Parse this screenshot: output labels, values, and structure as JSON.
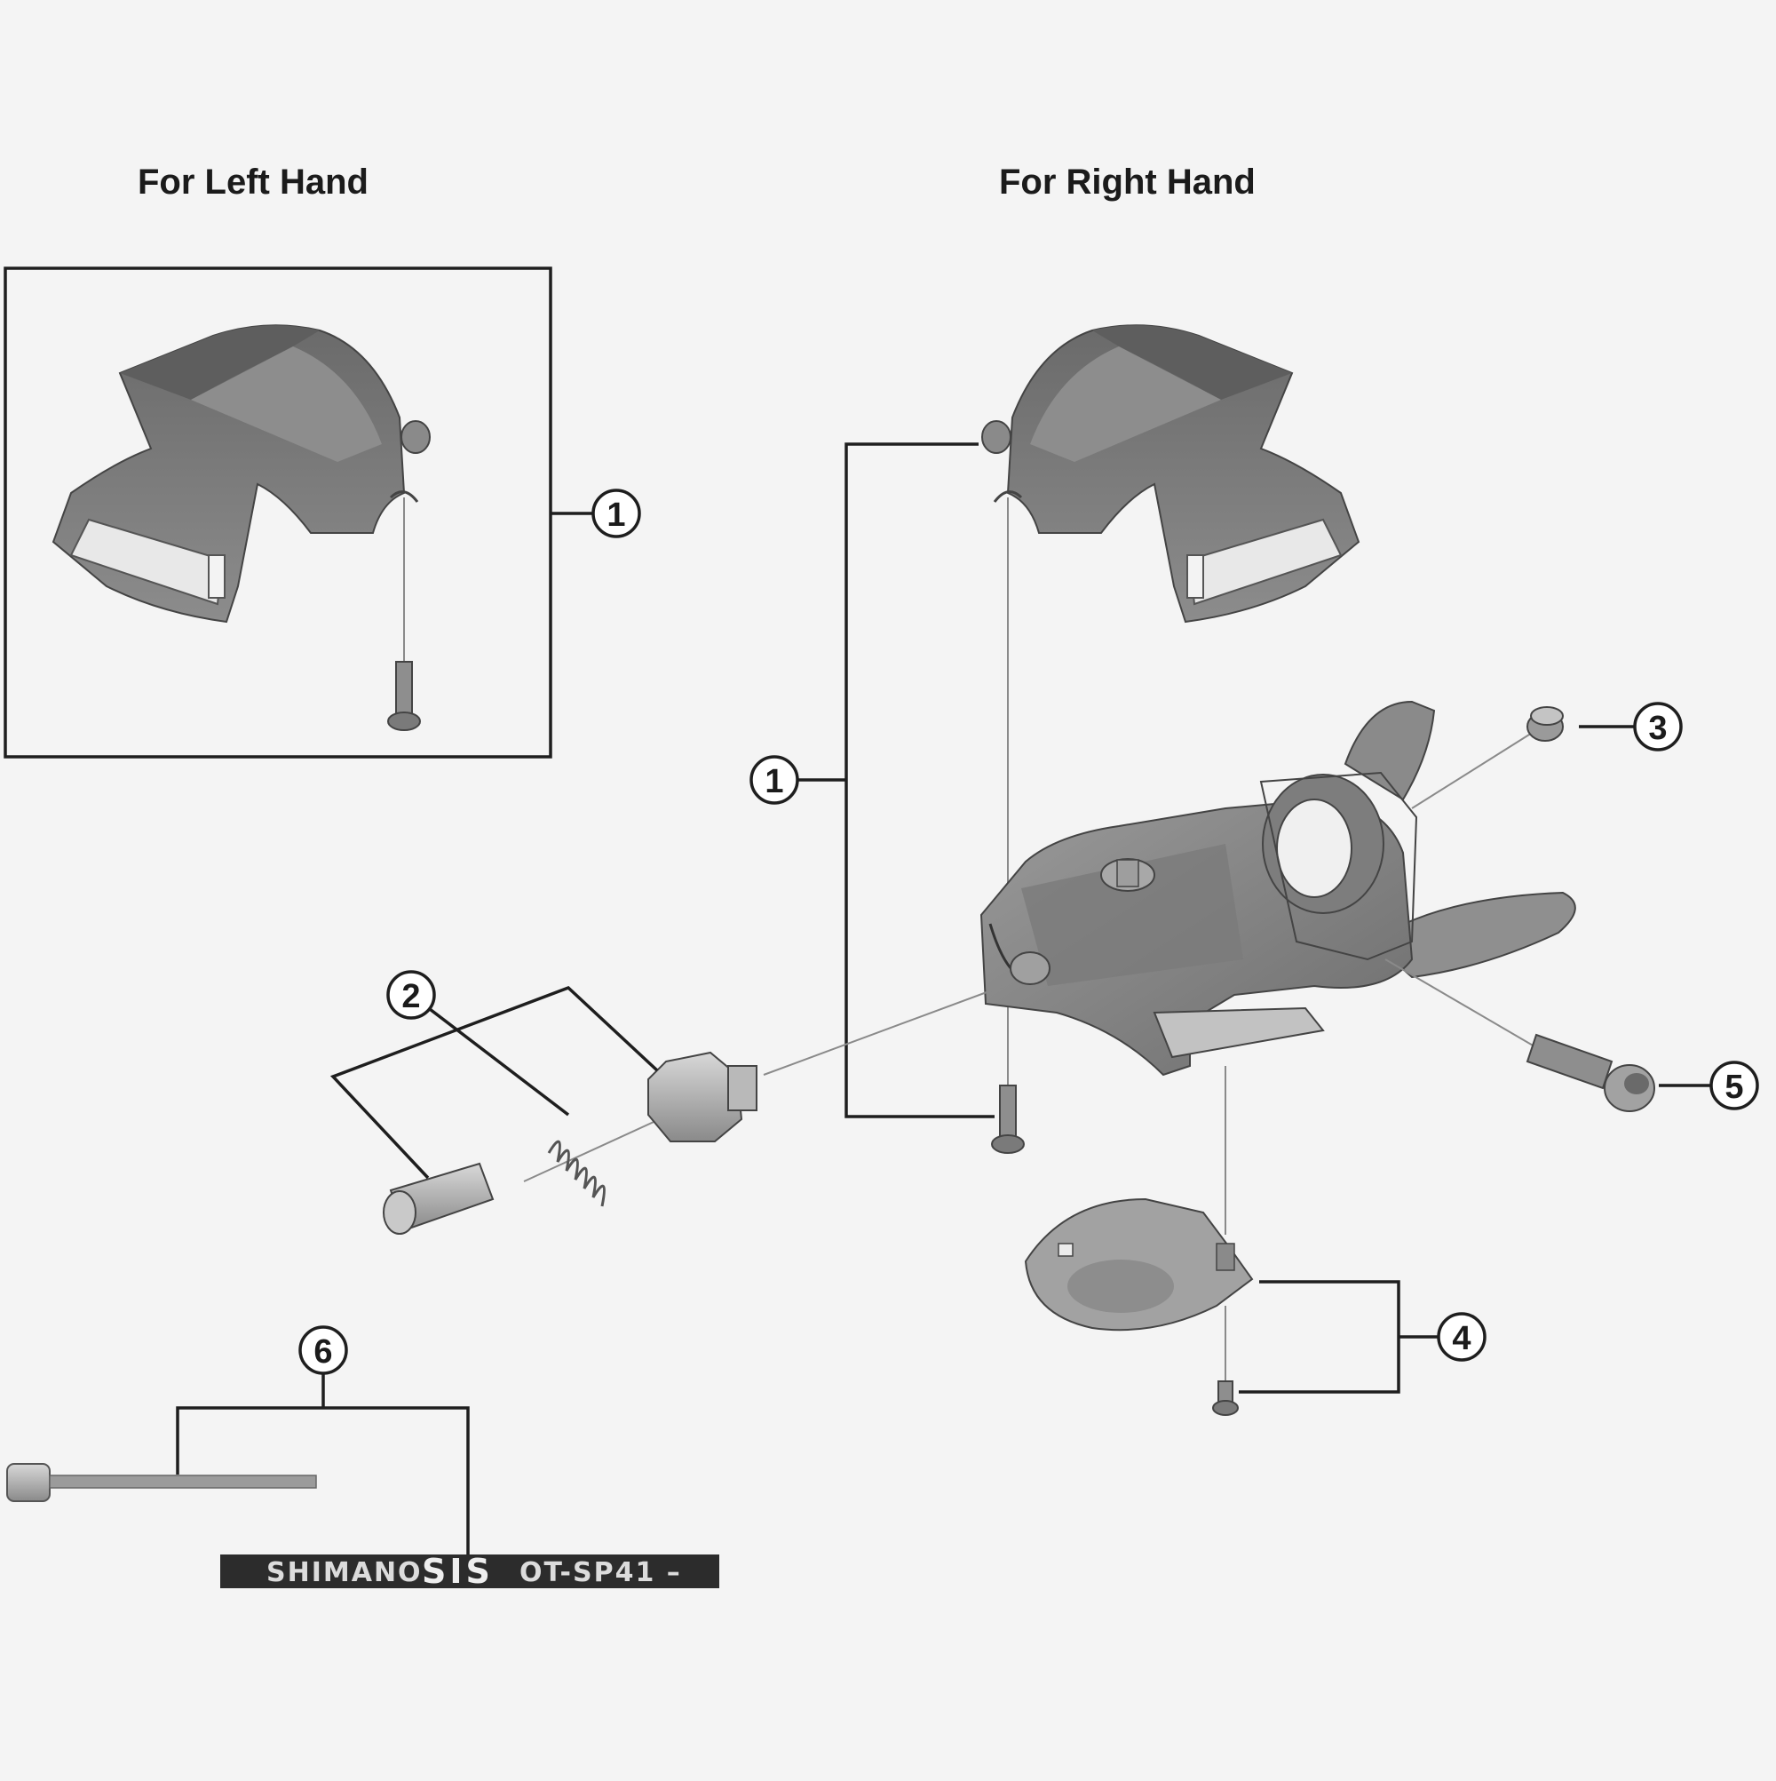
{
  "headings": {
    "left_hand": "For Left Hand",
    "right_hand": "For Right Hand"
  },
  "callouts": [
    {
      "id": "left-1",
      "number": "1"
    },
    {
      "id": "right-1",
      "number": "1"
    },
    {
      "id": "2",
      "number": "2"
    },
    {
      "id": "3",
      "number": "3"
    },
    {
      "id": "4",
      "number": "4"
    },
    {
      "id": "5",
      "number": "5"
    },
    {
      "id": "6",
      "number": "6"
    }
  ],
  "outer_casing": {
    "brand": "SHIMANO",
    "logo": "SIS",
    "code": "OT-SP41 –"
  },
  "colors": {
    "background": "#f4f4f4",
    "part_dark": "#6f6f6f",
    "part_mid": "#8e8e8e",
    "part_light": "#b5b5b5",
    "casing": "#2c2c2c"
  }
}
